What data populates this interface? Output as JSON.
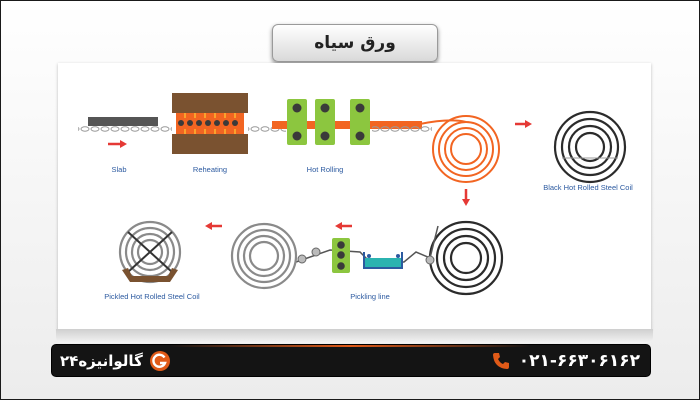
{
  "title": "ورق سیاه",
  "diagram": {
    "labels": {
      "slab": "Slab",
      "reheating": "Reheating",
      "hot_rolling": "Hot Rolling",
      "black_coil": "Black Hot Rolled Steel Coil",
      "pickling_line": "Pickling line",
      "pickled_coil": "Pickled Hot Rolled Steel Coil"
    },
    "colors": {
      "label_blue": "#2c5aa0",
      "arrow_red": "#e53935",
      "hot_orange": "#f26522",
      "furnace_brown": "#7a5230",
      "roller_green": "#8cc63f",
      "bath_teal": "#2bb3b0"
    }
  },
  "footer": {
    "brand": "گالوانیزه۲۴",
    "brand_icon": "brand-g-logo-icon",
    "phone": "۰۲۱-۶۶۳۰۶۱۶۲",
    "phone_icon": "phone-icon"
  }
}
